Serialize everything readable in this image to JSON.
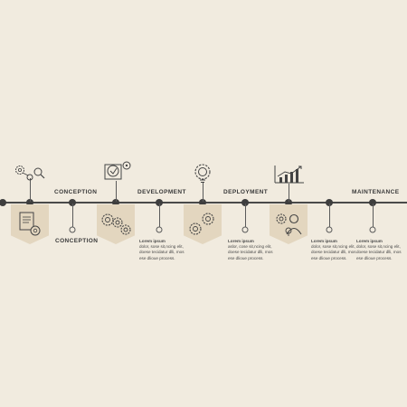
{
  "stages": [
    {
      "heading": "CONCEPTION",
      "icon": "idea-gears-icon"
    },
    {
      "heading": "DEVELOPMENT",
      "icon": "gears-icon"
    },
    {
      "heading": "DEPLOYMENT",
      "icon": "growth-chart-icon"
    },
    {
      "heading": "MAINTENANCE",
      "icon": "user-settings-icon"
    }
  ],
  "labels": {
    "conception_top": "CONCEPTION",
    "conception_bottom": "CONCEPTION",
    "development": "DEVELOPMENT",
    "deployment": "DEPLOYMENT",
    "maintenance": "MAINTENANCE"
  },
  "descriptions": {
    "d1": {
      "title": "Lorem ipsum",
      "body": "dolor, sose sit,ncing elit, doese tecidatur dlli, mos ese dlioue process."
    },
    "d2": {
      "title": "Lorem ipsum",
      "body": "aslor, cose sit,ncing elit, doese tecidatur dlli, mos ese dlioue process."
    },
    "d3": {
      "title": "Lorem ipsum",
      "body": "dolor, sose sit,ncing elit, doese tecidatur dlli, mos ese dlioue process."
    },
    "d4": {
      "title": "Lorem ipsum",
      "body": "dolor, sose sit,ncing elit, doese tecidatur dlli, mos ese dlioue process."
    }
  },
  "colors": {
    "background": "#f1ebdf",
    "shield": "#e3d6bf",
    "line": "#4a4a4a"
  }
}
